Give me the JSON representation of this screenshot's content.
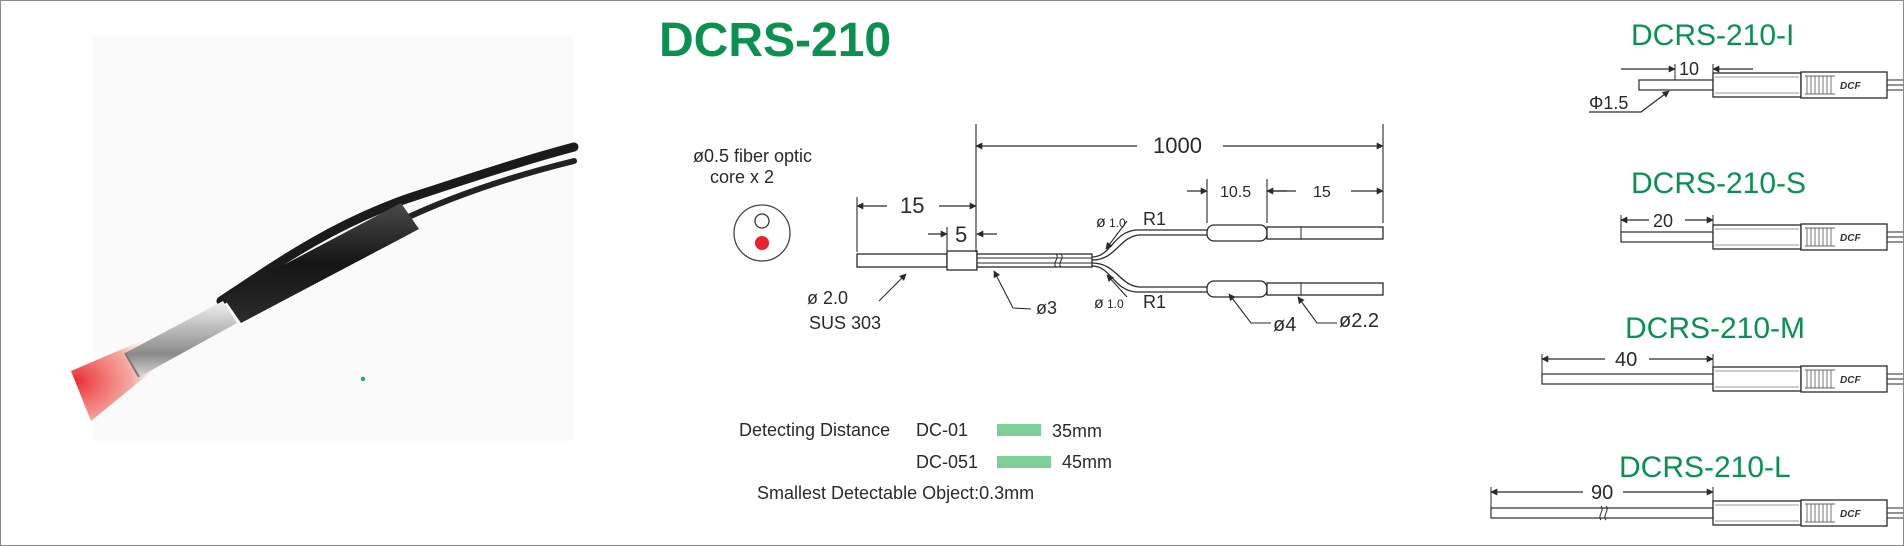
{
  "main_title": "DCRS-210",
  "fiber_core": {
    "line1": "ø0.5 fiber optic",
    "line2": "core x 2"
  },
  "dimensions": {
    "d1000": "1000",
    "d15_left": "15",
    "d5": "5",
    "d10_5": "10.5",
    "d15_right": "15",
    "phi1_0_a_sym": "ø",
    "phi1_0_a_num": "1.0",
    "r1_a": "R1",
    "phi1_0_b_sym": "ø",
    "phi1_0_b_num": "1.0",
    "r1_b": "R1",
    "phi2_0": "ø 2.0",
    "material": "SUS  303",
    "phi3": "ø3",
    "phi4": "ø4",
    "phi2_2": "ø2.2"
  },
  "detection": {
    "label": "Detecting  Distance",
    "rows": [
      {
        "model": "DC-01",
        "value": "35mm"
      },
      {
        "model": "DC-051",
        "value": "45mm"
      }
    ],
    "smallest": "Smallest Detectable Object:0.3mm"
  },
  "variants": [
    {
      "name": "DCRS-210-I",
      "length": "10",
      "dia": "Φ1.5"
    },
    {
      "name": "DCRS-210-S",
      "length": "20"
    },
    {
      "name": "DCRS-210-M",
      "length": "40"
    },
    {
      "name": "DCRS-210-L",
      "length": "90"
    }
  ],
  "brand_mark": "DCF",
  "colors": {
    "title_green": "#0a9150",
    "bar_green": "#7ccf97",
    "red_dot": "#e8232a",
    "cable_black": "#1b1b1b"
  }
}
